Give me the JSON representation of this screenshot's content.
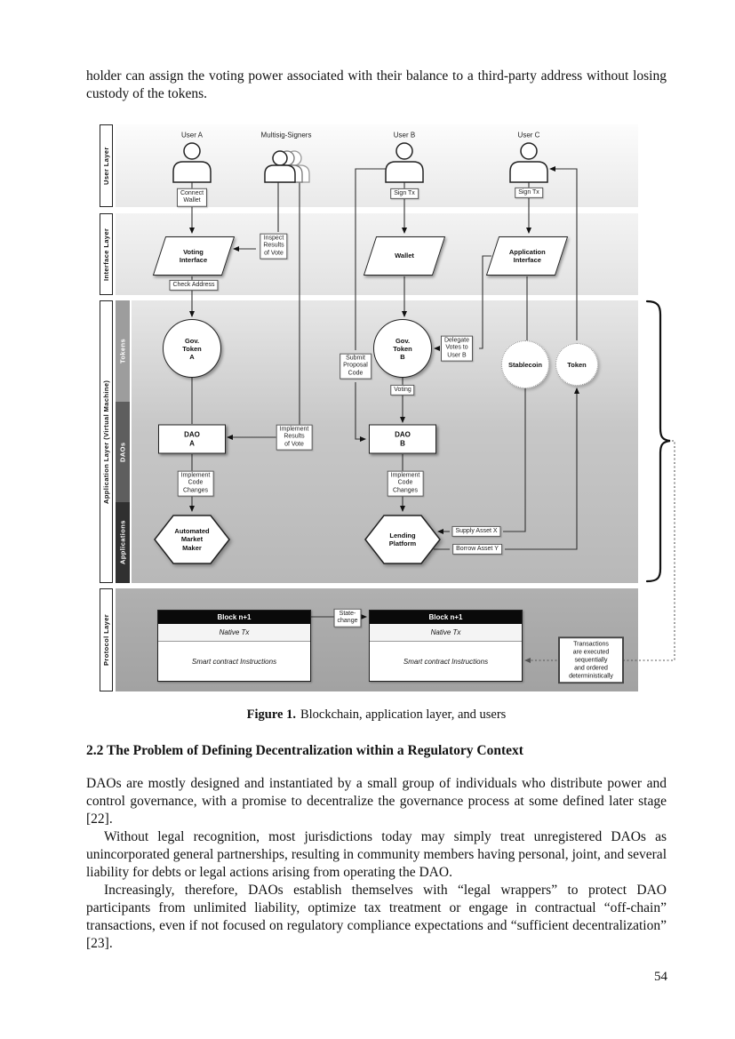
{
  "page": {
    "intro": "holder can assign the voting power associated with their balance to a third-party address without losing custody of the tokens.",
    "caption": {
      "label": "Figure 1.",
      "text": "Blockchain, application layer, and users"
    },
    "section_heading": "2.2 The Problem of Defining Decentralization within a Regulatory Context",
    "paragraphs": {
      "p1": "DAOs are mostly designed and instantiated by a small group of individuals who distribute power and control governance, with a promise to decentralize the governance process at some defined later stage [22].",
      "p2": "Without legal recognition, most jurisdictions today may simply treat unregistered DAOs as unincorporated general partnerships, resulting in community members having personal, joint, and several liability for debts or legal actions arising from operating the DAO.",
      "p3": "Increasingly, therefore, DAOs establish themselves with “legal wrappers” to protect DAO participants from unlimited liability, optimize tax treatment or engage in contractual “off-chain” transactions, even if not focused on regulatory compliance expectations and “sufficient decentralization” [23]."
    },
    "page_number": "54"
  },
  "figure": {
    "layers": {
      "user": "User Layer",
      "interface": "Interface Layer",
      "application": "Application Layer (Virtual Machine)",
      "tokens": "Tokens",
      "daos": "DAOs",
      "applications": "Applications",
      "protocol": "Protocol Layer"
    },
    "users": {
      "a": "User A",
      "multisig": "Multisig-Signers",
      "b": "User B",
      "c": "User C"
    },
    "nodes": {
      "connect_wallet": "Connect\nWallet",
      "sign_tx": "Sign Tx",
      "voting_interface": "Voting\nInterface",
      "inspect_results": "Inspect\nResults\nof Vote",
      "check_address": "Check Address",
      "wallet": "Wallet",
      "app_interface": "Application\nInterface",
      "gov_token_a": "Gov.\nToken\nA",
      "gov_token_b": "Gov.\nToken\nB",
      "submit_proposal": "Submit\nProposal\nCode",
      "delegate_votes": "Delegate\nVotes to\nUser B",
      "voting": "Voting",
      "stablecoin": "Stablecoin",
      "token": "Token",
      "dao_a": "DAO\nA",
      "dao_b": "DAO\nB",
      "implement_results": "Implement\nResults\nof Vote",
      "implement_code": "Implement\nCode\nChanges",
      "amm": "Automated\nMarket\nMaker",
      "lending": "Lending\nPlatform",
      "supply_asset": "Supply Asset X",
      "borrow_asset": "Borrow Asset Y",
      "block_header": "Block n+1",
      "native_tx": "Native Tx",
      "smart_instructions": "Smart contract Instructions",
      "state_change": "State-\nchange",
      "tx_note": "Transactions\nare executed\nsequentially\nand ordered\ndeterministically"
    },
    "colors": {
      "band_light": "#f3f3f3",
      "band_mid": "#c7c7c7",
      "band_dark": "#a7a7a7",
      "tokens_seg": "#9d9d9d",
      "daos_seg": "#5e5e5e",
      "applications_seg": "#303030",
      "block_header_bg": "#0a0a0a"
    }
  }
}
